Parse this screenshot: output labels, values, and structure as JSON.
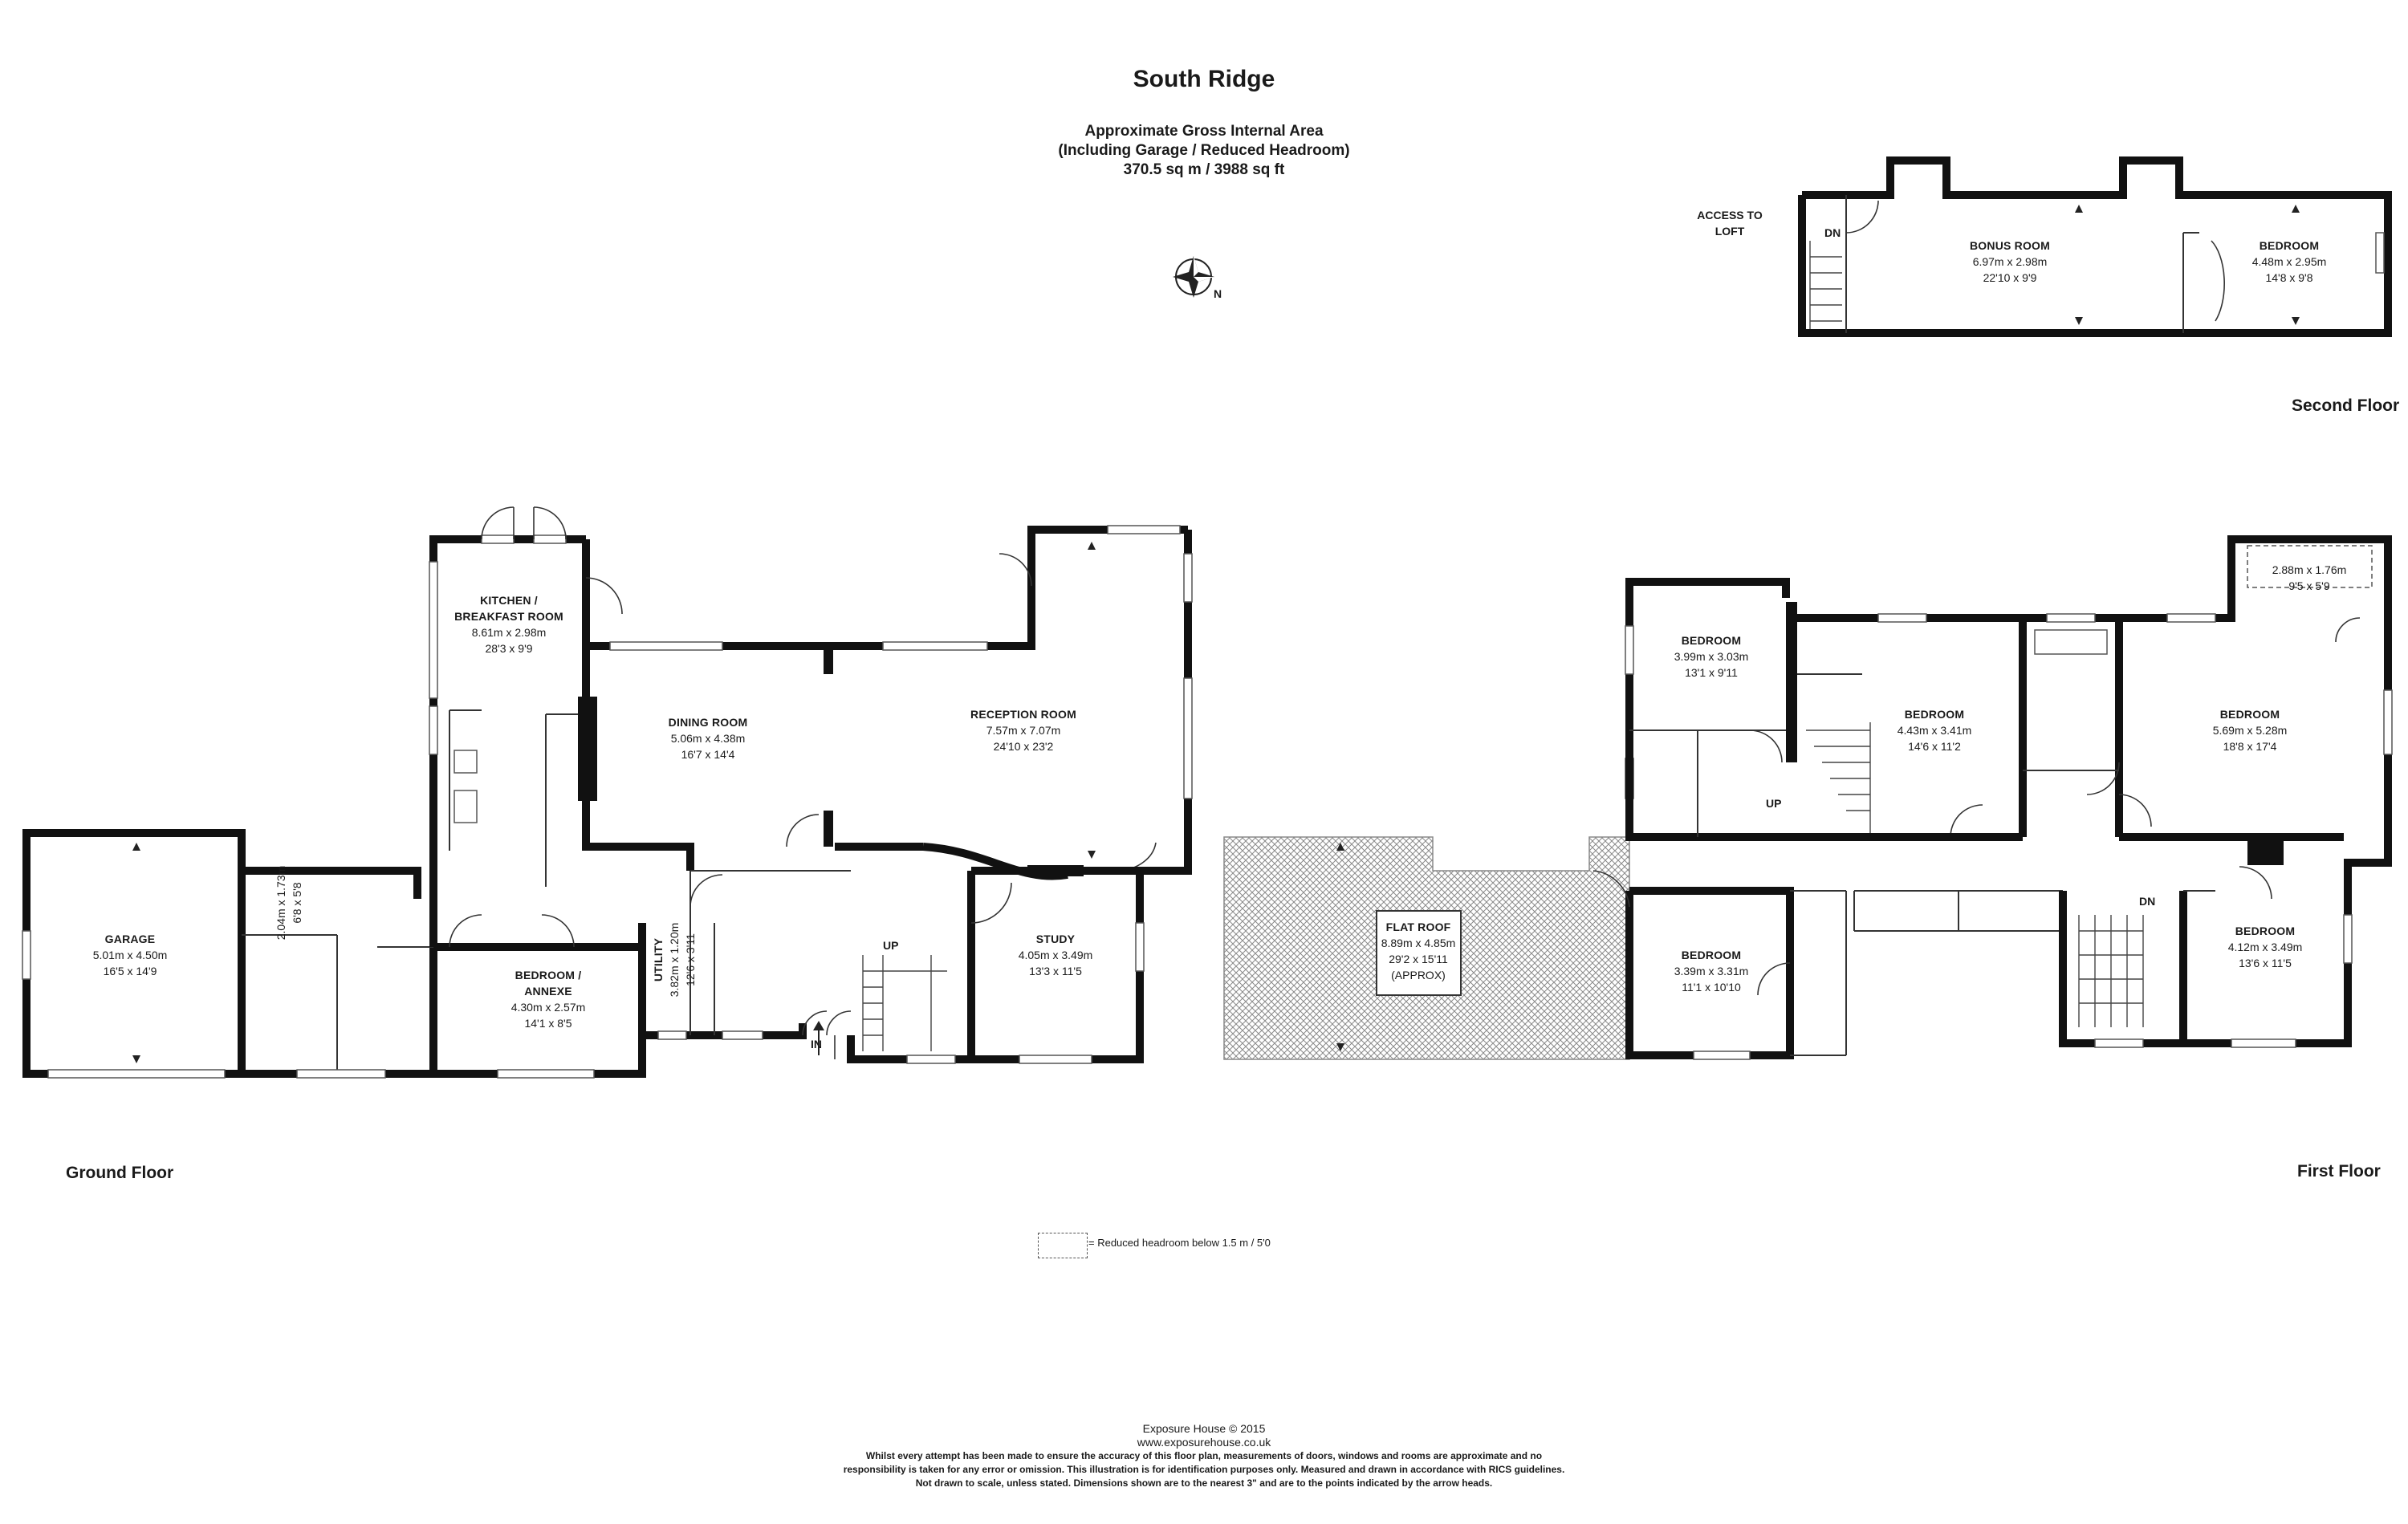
{
  "header": {
    "title": "South Ridge",
    "area_lines": [
      "Approximate Gross Internal Area",
      "(Including Garage / Reduced Headroom)",
      "370.5 sq m / 3988 sq ft"
    ],
    "compass_label": "N"
  },
  "floors": {
    "ground": "Ground Floor",
    "first": "First Floor",
    "second": "Second Floor"
  },
  "rooms": {
    "garage": {
      "name": "GARAGE",
      "metric": "5.01m x 4.50m",
      "imperial": "16'5 x 14'9"
    },
    "kitchen": {
      "name": "KITCHEN /",
      "name2": "BREAKFAST ROOM",
      "metric": "8.61m x 2.98m",
      "imperial": "28'3 x 9'9"
    },
    "dining": {
      "name": "DINING ROOM",
      "metric": "5.06m x 4.38m",
      "imperial": "16'7 x 14'4"
    },
    "reception": {
      "name": "RECEPTION ROOM",
      "metric": "7.57m x 7.07m",
      "imperial": "24'10 x 23'2"
    },
    "annexe": {
      "name": "BEDROOM /",
      "name2": "ANNEXE",
      "metric": "4.30m x 2.57m",
      "imperial": "14'1 x 8'5"
    },
    "utility": {
      "name": "UTILITY",
      "metric": "3.82m x 1.20m",
      "imperial": "12'6 x 3'11"
    },
    "study": {
      "name": "STUDY",
      "metric": "4.05m x 3.49m",
      "imperial": "13'3 x 11'5"
    },
    "hall_small": {
      "metric": "2.04m x 1.73m",
      "imperial": "6'8 x 5'8"
    },
    "flat_roof": {
      "name": "FLAT ROOF",
      "metric": "8.89m x 4.85m",
      "imperial": "29'2 x 15'11",
      "note": "(APPROX)"
    },
    "f_bed1": {
      "name": "BEDROOM",
      "metric": "3.99m x 3.03m",
      "imperial": "13'1 x 9'11"
    },
    "f_bed2": {
      "name": "BEDROOM",
      "metric": "4.43m x 3.41m",
      "imperial": "14'6 x 11'2"
    },
    "f_bed3": {
      "name": "BEDROOM",
      "metric": "5.69m x 5.28m",
      "imperial": "18'8 x 17'4"
    },
    "f_bed4": {
      "name": "BEDROOM",
      "metric": "3.39m x 3.31m",
      "imperial": "11'1 x 10'10"
    },
    "f_bed5": {
      "name": "BEDROOM",
      "metric": "4.12m x 3.49m",
      "imperial": "13'6 x 11'5"
    },
    "f_storage": {
      "metric": "2.88m x 1.76m",
      "imperial": "9'5 x 5'9"
    },
    "bonus": {
      "name": "BONUS ROOM",
      "metric": "6.97m x 2.98m",
      "imperial": "22'10 x 9'9"
    },
    "s_bed": {
      "name": "BEDROOM",
      "metric": "4.48m x 2.95m",
      "imperial": "14'8 x 9'8"
    }
  },
  "markers": {
    "up": "UP",
    "dn": "DN",
    "in": "IN",
    "access_loft_1": "ACCESS TO",
    "access_loft_2": "LOFT"
  },
  "legend": {
    "text": "= Reduced headroom below 1.5 m / 5'0"
  },
  "footer": {
    "company": "Exposure House © 2015",
    "website": "www.exposurehouse.co.uk",
    "disclaimer": [
      "Whilst every attempt has been made to ensure the accuracy of this floor plan, measurements of doors, windows and rooms are approximate and no",
      "responsibility is taken for any error or omission. This illustration is for identification purposes only. Measured and drawn in accordance with RICS guidelines.",
      "Not drawn to scale, unless stated. Dimensions shown are to the nearest 3\" and are to the points indicated by the arrow heads."
    ]
  }
}
